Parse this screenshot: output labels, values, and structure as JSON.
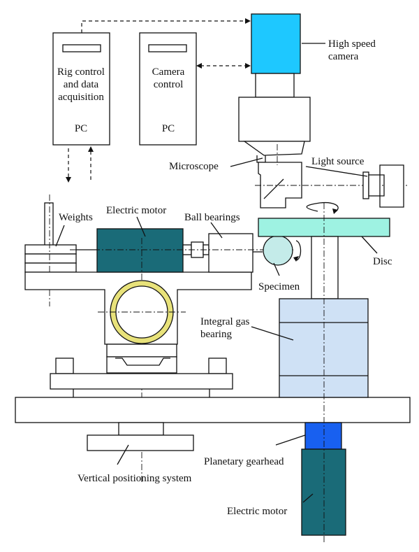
{
  "colors": {
    "camera": "#1ec8ff",
    "motor": "#1a6b78",
    "disc": "#9ef2e2",
    "gas_bearing": "#cfe1f5",
    "gearhead": "#1860f0",
    "specimen": "#c4ebe9",
    "ring": "#e8e27a"
  },
  "pc1": {
    "title": "Rig control\nand data\nacquisition",
    "sub": "PC"
  },
  "pc2": {
    "title": "Camera\ncontrol",
    "sub": "PC"
  },
  "labels": {
    "camera": "High speed\ncamera",
    "light_source": "Light source",
    "microscope": "Microscope",
    "weights": "Weights",
    "electric_motor_top": "Electric motor",
    "ball_bearings": "Ball bearings",
    "disc": "Disc",
    "specimen": "Specimen",
    "gas_bearing": "Integral gas\nbearing",
    "planetary_gearhead": "Planetary gearhead",
    "vertical_positioning": "Vertical positioning system",
    "electric_motor_bottom": "Electric motor"
  }
}
